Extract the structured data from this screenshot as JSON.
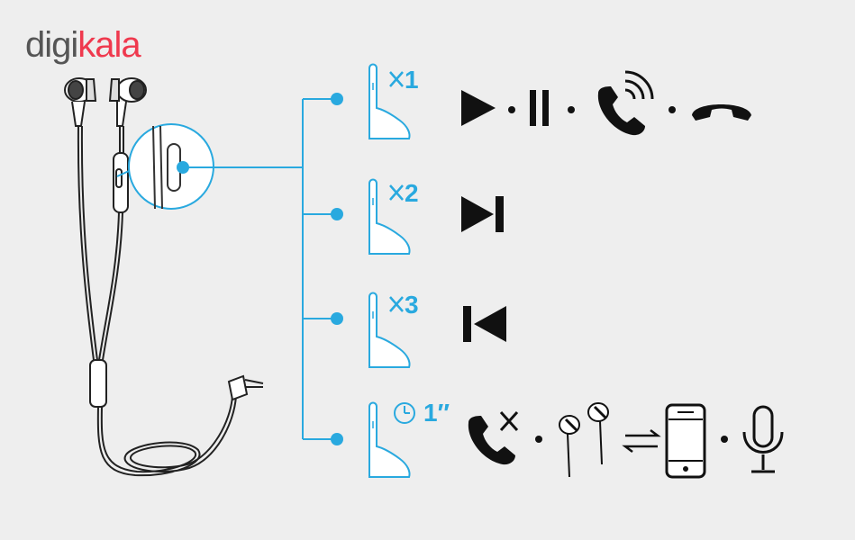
{
  "logo": {
    "part1": "digi",
    "part2": "kala"
  },
  "press_counts": [
    "1",
    "2",
    "3"
  ],
  "hold_duration": "1″",
  "colors": {
    "accent": "#29a9df",
    "brand": "#ef394e",
    "icon": "#111111",
    "background": "#eeeeee"
  },
  "rows": [
    {
      "gesture": "single-press",
      "icons": [
        "play-icon",
        "pause-icon",
        "answer-call-icon",
        "end-call-icon"
      ]
    },
    {
      "gesture": "double-press",
      "icons": [
        "next-track-icon"
      ]
    },
    {
      "gesture": "triple-press",
      "icons": [
        "previous-track-icon"
      ]
    },
    {
      "gesture": "press-and-hold",
      "icons": [
        "reject-call-icon",
        "earphones-icon",
        "switch-icon",
        "phone-icon",
        "microphone-icon"
      ]
    }
  ]
}
